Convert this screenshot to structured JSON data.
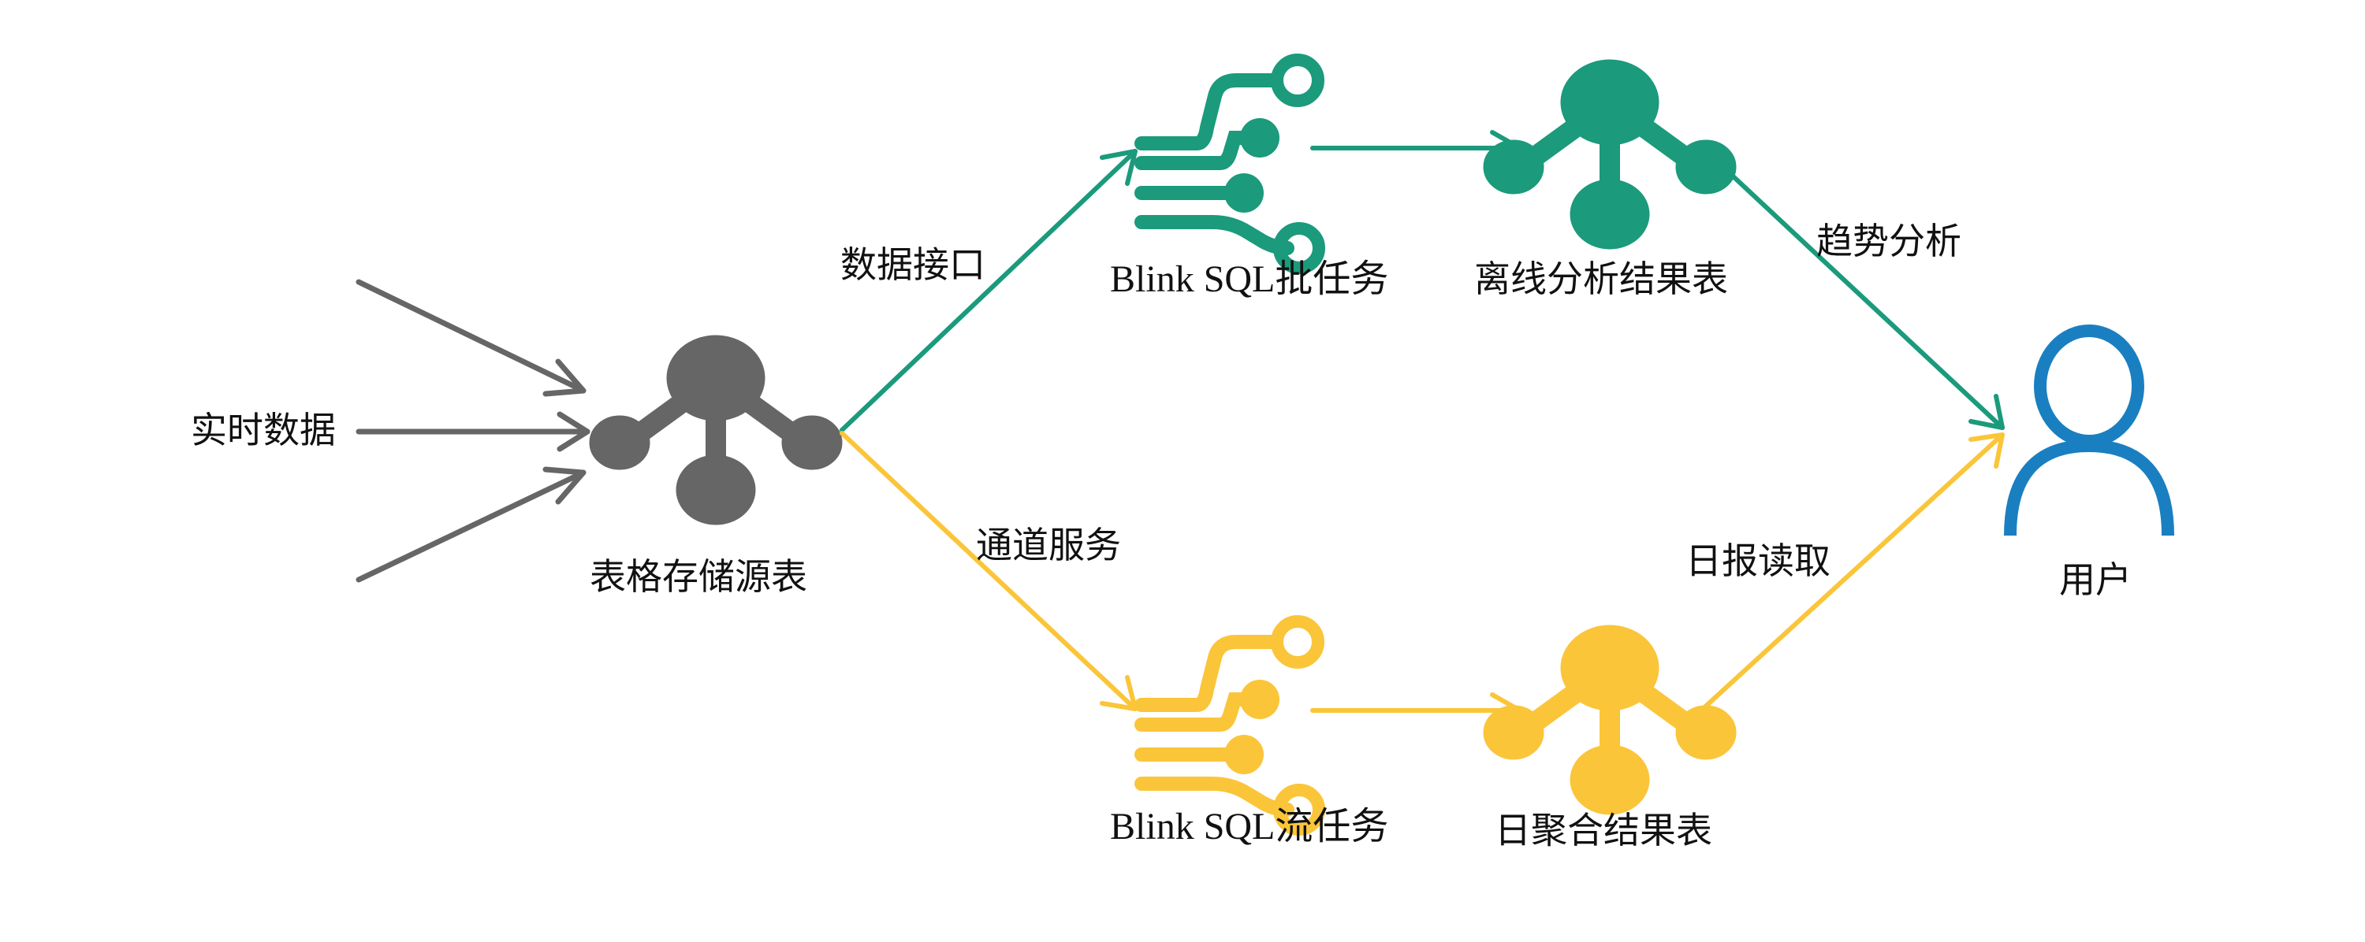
{
  "colors": {
    "gray": "#666666",
    "teal": "#1b9a7c",
    "yellow": "#fbc53a",
    "blue": "#1a7fc1"
  },
  "labels": {
    "realtime_data": "实时数据",
    "source_table": "表格存储源表",
    "data_interface": "数据接口",
    "channel_service": "通道服务",
    "batch_task": "Blink SQL批任务",
    "stream_task": "Blink SQL流任务",
    "offline_result": "离线分析结果表",
    "daily_result": "日聚合结果表",
    "trend_analysis": "趋势分析",
    "daily_read": "日报读取",
    "user": "用户"
  },
  "icons": {
    "source_table": "hierarchy-icon",
    "batch_task": "circuit-icon",
    "stream_task": "circuit-icon",
    "offline_result": "hierarchy-icon",
    "daily_result": "hierarchy-icon",
    "user": "user-icon"
  }
}
